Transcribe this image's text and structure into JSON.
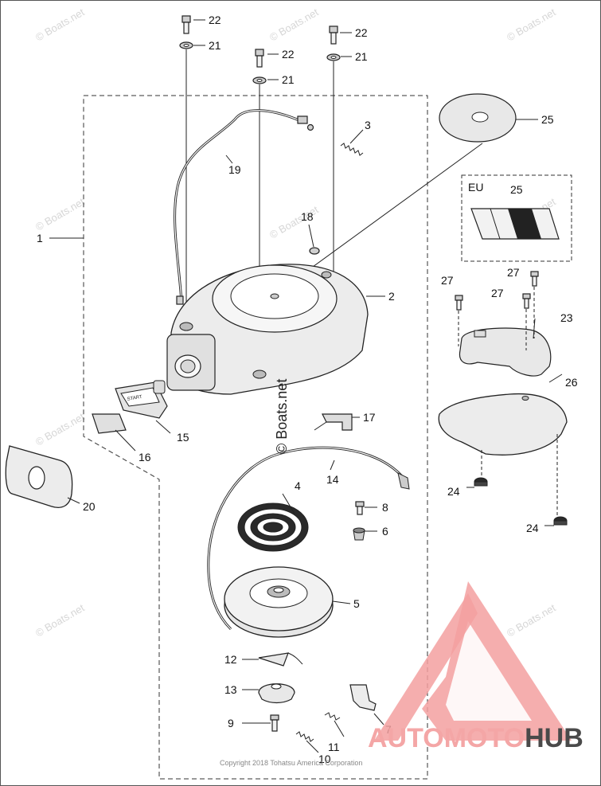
{
  "callouts": [
    {
      "id": "c22a",
      "label": "22"
    },
    {
      "id": "c21a",
      "label": "21"
    },
    {
      "id": "c22b",
      "label": "22"
    },
    {
      "id": "c21b",
      "label": "21"
    },
    {
      "id": "c22c",
      "label": "22"
    },
    {
      "id": "c21c",
      "label": "21"
    },
    {
      "id": "c25a",
      "label": "25"
    },
    {
      "id": "c3",
      "label": "3"
    },
    {
      "id": "c19",
      "label": "19"
    },
    {
      "id": "c25b",
      "label": "25"
    },
    {
      "id": "c18",
      "label": "18"
    },
    {
      "id": "c1",
      "label": "1"
    },
    {
      "id": "c27a",
      "label": "27"
    },
    {
      "id": "c27b",
      "label": "27"
    },
    {
      "id": "c27c",
      "label": "27"
    },
    {
      "id": "c2",
      "label": "2"
    },
    {
      "id": "c23",
      "label": "23"
    },
    {
      "id": "c26",
      "label": "26"
    },
    {
      "id": "c17",
      "label": "17"
    },
    {
      "id": "c15",
      "label": "15"
    },
    {
      "id": "c16",
      "label": "16"
    },
    {
      "id": "c14",
      "label": "14"
    },
    {
      "id": "c24a",
      "label": "24"
    },
    {
      "id": "c20",
      "label": "20"
    },
    {
      "id": "c4",
      "label": "4"
    },
    {
      "id": "c8",
      "label": "8"
    },
    {
      "id": "c6",
      "label": "6"
    },
    {
      "id": "c24b",
      "label": "24"
    },
    {
      "id": "c5",
      "label": "5"
    },
    {
      "id": "c12",
      "label": "12"
    },
    {
      "id": "c13",
      "label": "13"
    },
    {
      "id": "c9",
      "label": "9"
    },
    {
      "id": "c7",
      "label": "7"
    },
    {
      "id": "c11",
      "label": "11"
    },
    {
      "id": "c10",
      "label": "10"
    }
  ],
  "eu_label": "EU",
  "start_label": "START",
  "watermark": "© Boats.net",
  "copyright": "Copyright 2018 Tohatsu America Corporation",
  "brand": {
    "auto": "AUTO",
    "moto": "MOTO",
    "hub": "HUB"
  },
  "colors": {
    "brand_red": "#f4a6a6",
    "brand_dark": "#4a4a4a",
    "triangle": "#f3a0a0"
  }
}
